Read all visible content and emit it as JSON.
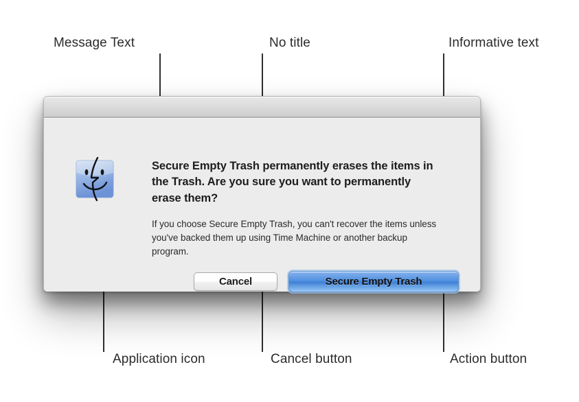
{
  "figure": {
    "type": "annotated-ui-diagram",
    "subject": "macOS Aqua alert dialog anatomy"
  },
  "annotations": {
    "top": [
      {
        "id": "message-text",
        "label": "Message Text"
      },
      {
        "id": "no-title",
        "label": "No title"
      },
      {
        "id": "informative-text",
        "label": "Informative text"
      }
    ],
    "bottom": [
      {
        "id": "application-icon",
        "label": "Application icon"
      },
      {
        "id": "cancel-button",
        "label": "Cancel button"
      },
      {
        "id": "action-button",
        "label": "Action button"
      }
    ]
  },
  "dialog": {
    "title": "",
    "icon": "finder-icon",
    "message_text": "Secure Empty Trash permanently erases the items in the Trash. Are you sure you want to permanently erase them?",
    "informative_text": "If you choose Secure Empty Trash, you can't recover the items unless you've backed them up using Time Machine or another backup program.",
    "buttons": {
      "cancel_label": "Cancel",
      "action_label": "Secure Empty Trash"
    }
  },
  "colors": {
    "page_background": "#ffffff",
    "dialog_background": "#ececec",
    "titlebar_top": "#e8e8e8",
    "titlebar_bottom": "#b9b9b9",
    "action_button_blue": "#3e7fd6",
    "annotation_text": "#2b2b2b",
    "leader_line": "#2e2e2e"
  }
}
